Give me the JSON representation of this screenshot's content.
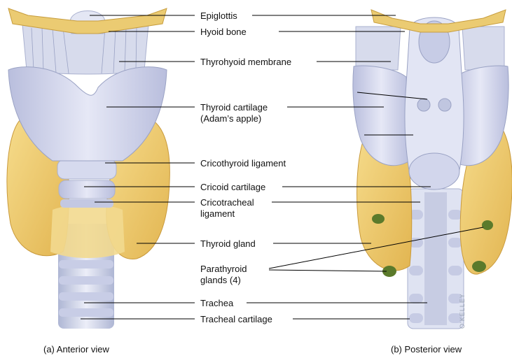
{
  "labels": {
    "epiglottis": "Epiglottis",
    "hyoid_bone": "Hyoid bone",
    "thyrohyoid_membrane": "Thyrohyoid membrane",
    "thyroid_cartilage_1": "Thyroid cartilage",
    "thyroid_cartilage_2": "(Adam’s apple)",
    "cricothyroid_ligament": "Cricothyroid ligament",
    "cricoid_cartilage": "Cricoid cartilage",
    "cricotracheal_1": "Cricotracheal",
    "cricotracheal_2": "ligament",
    "thyroid_gland": "Thyroid gland",
    "parathyroid_1": "Parathyroid",
    "parathyroid_2": "glands (4)",
    "trachea": "Trachea",
    "tracheal_cartilage": "Tracheal cartilage"
  },
  "captions": {
    "anterior": "(a) Anterior view",
    "posterior": "(b) Posterior view"
  },
  "signature": "O'KELLEY",
  "colors": {
    "cartilage": "#c9cfe6",
    "cartilage_light": "#e4e7f4",
    "thyroid_gland": "#f1cf74",
    "thyroid_gland_dark": "#d9ad46",
    "hyoid": "#e9c86c",
    "parathyroid": "#5b7a2b",
    "leader_line": "#000000"
  }
}
